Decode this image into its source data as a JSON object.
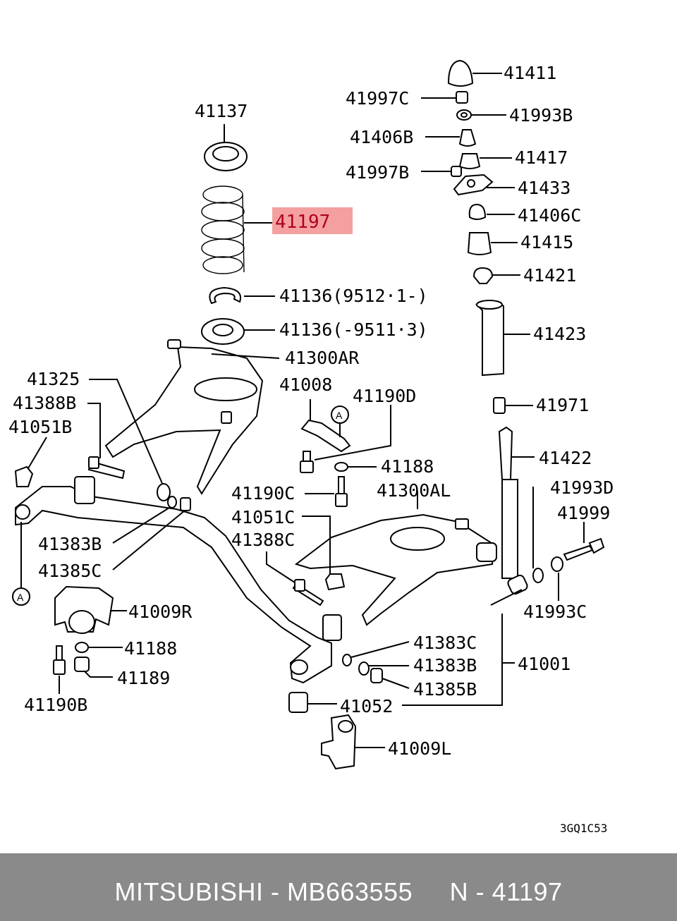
{
  "highlight": {
    "part": "41197",
    "color": "#f4a0a0"
  },
  "labels": {
    "l41411": "41411",
    "l41997C": "41997C",
    "l41993B": "41993B",
    "l41406B": "41406B",
    "l41417": "41417",
    "l41997B": "41997B",
    "l41433": "41433",
    "l41406C": "41406C",
    "l41415": "41415",
    "l41421": "41421",
    "l41423": "41423",
    "l41971": "41971",
    "l41422": "41422",
    "l41993D": "41993D",
    "l41999": "41999",
    "l41993C": "41993C",
    "l41137": "41137",
    "l41197": "41197",
    "l41136a": "41136(9512·1-)",
    "l41136b": "41136(-9511·3)",
    "l41300AR": "41300AR",
    "l41325": "41325",
    "l41388B": "41388B",
    "l41051B": "41051B",
    "l41008": "41008",
    "l41190D": "41190D",
    "l41188a": "41188",
    "l41190C": "41190C",
    "l41300AL": "41300AL",
    "l41051C": "41051C",
    "l41388C": "41388C",
    "l41383Ba": "41383B",
    "l41385Ca": "41385C",
    "l41009R": "41009R",
    "l41188b": "41188",
    "l41189": "41189",
    "l41190B": "41190B",
    "l41383C": "41383C",
    "l41383Bb": "41383B",
    "l41385B": "41385B",
    "l41001": "41001",
    "l41052": "41052",
    "l41009L": "41009L",
    "markerA": "A",
    "diagramCode": "3GQ1C53"
  },
  "footer": {
    "text": "MITSUBISHI - MB663555     N - 41197",
    "background": "#8a8a8a"
  }
}
